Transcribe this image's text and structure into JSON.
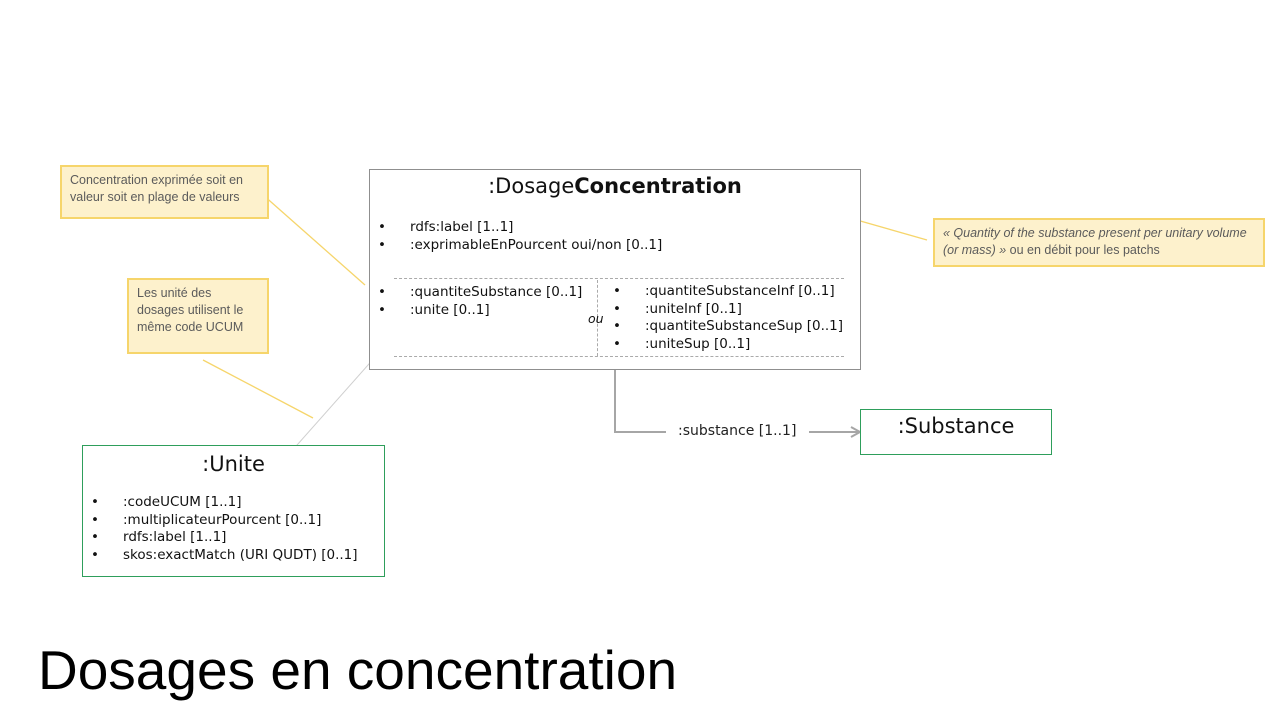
{
  "slide_title": "Dosages en concentration",
  "notes": {
    "concentration": "Concentration exprimée soit en valeur soit en plage de valeurs",
    "unite_ucum": "Les unité des dosages utilisent le même code UCUM",
    "quantity_italic": "« Quantity of the substance present per unitary volume (or mass) »",
    "quantity_suffix": " ou en débit pour les patchs"
  },
  "dosage_concentration": {
    "title_prefix": ":Dosage",
    "title_bold": "Concentration",
    "attributes": [
      "rdfs:label [1..1]",
      ":exprimableEnPourcent oui/non [0..1]"
    ],
    "left_group": [
      ":quantiteSubstance [0..1]",
      ":unite [0..1]"
    ],
    "separator": "ou",
    "right_group": [
      ":quantiteSubstanceInf [0..1]",
      ":uniteInf [0..1]",
      ":quantiteSubstanceSup [0..1]",
      ":uniteSup [0..1]"
    ]
  },
  "unite": {
    "title": ":Unite",
    "attributes": [
      ":codeUCUM [1..1]",
      ":multiplicateurPourcent [0..1]",
      "rdfs:label [1..1]",
      "skos:exactMatch (URI QUDT) [0..1]"
    ]
  },
  "substance": {
    "title": ":Substance"
  },
  "relation": {
    "label": ":substance [1..1]"
  },
  "colors": {
    "note_fill": "#fdf1cc",
    "note_border": "#f6d56b",
    "class_border_green": "#2e9e5b",
    "connector_yellow": "#f6d56b",
    "arrow_gray": "#a6a6a6"
  }
}
